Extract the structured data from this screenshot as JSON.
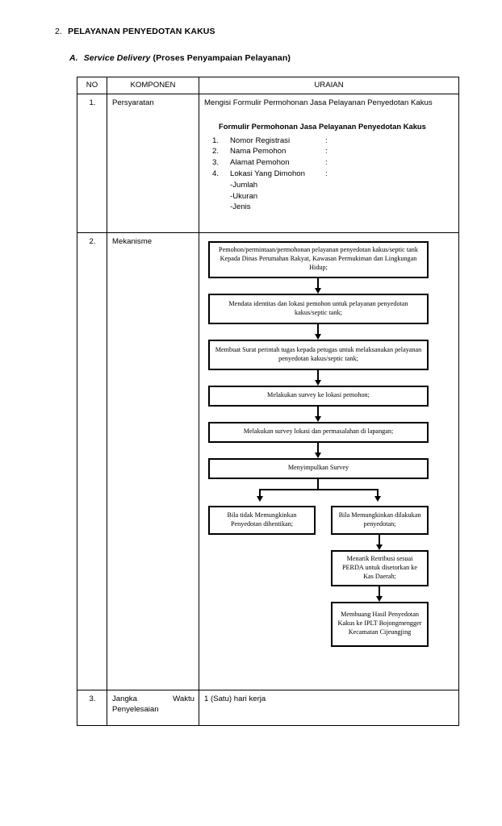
{
  "document": {
    "section_number": "2.",
    "section_title": "PELAYANAN PENYEDOTAN KAKUS",
    "subsection_letter": "A.",
    "subsection_title_italic": "Service Delivery",
    "subsection_title_rest": "(Proses Penyampaian Pelayanan)"
  },
  "table": {
    "headers": {
      "no": "NO",
      "komponen": "KOMPONEN",
      "uraian": "URAIAN"
    },
    "rows": [
      {
        "no": "1.",
        "komponen": "Persyaratan",
        "uraian_intro": "Mengisi Formulir Permohonan Jasa Pelayanan Penyedotan Kakus",
        "form_title": "Formulir Permohonan Jasa Pelayanan Penyedotan Kakus",
        "form_items": [
          {
            "idx": "1.",
            "label": "Nomor Registrasi",
            "colon": ":"
          },
          {
            "idx": "2.",
            "label": "Nama Pemohon",
            "colon": ":"
          },
          {
            "idx": "3.",
            "label": "Alamat Pemohon",
            "colon": ":"
          },
          {
            "idx": "4.",
            "label": "Lokasi Yang Dimohon",
            "colon": ":"
          }
        ],
        "form_subitems": [
          "-Jumlah",
          "-Ukuran",
          "-Jenis"
        ]
      },
      {
        "no": "2.",
        "komponen": "Mekanisme"
      },
      {
        "no": "3.",
        "komponen_line1_left": "Jangka",
        "komponen_line1_right": "Waktu",
        "komponen_line2": "Penyelesaian",
        "uraian": "1 (Satu) hari kerja"
      }
    ]
  },
  "flowchart": {
    "nodes": [
      {
        "id": "n1",
        "text": "Pemohon/permintaan/permohonan pelayanan penyedotan kakus/septic tank Kepada Dinas Perumahan Rakyat, Kawasan Permukiman dan Lingkungan Hidup;"
      },
      {
        "id": "n2",
        "text": "Mendata identitas dan lokasi pemohon untuk pelayanan penyedotan kakus/septic tank;"
      },
      {
        "id": "n3",
        "text": "Membuat Surat perintah tugas kepada petugas untuk melaksanakan pelayanan penyedotan kakus/septic tank;"
      },
      {
        "id": "n4",
        "text": "Melakukan survey ke lokasi pemohon;"
      },
      {
        "id": "n5",
        "text": "Melakukan survey lokasi dan permasalahan di lapangan;"
      },
      {
        "id": "n6",
        "text": "Menyimpulkan Survey"
      },
      {
        "id": "n7",
        "text": "Bila tidak Memungkinkan Penyedotan dihentikan;"
      },
      {
        "id": "n8",
        "text": "Bila Memungkinkan dilakukan penyedotan;"
      },
      {
        "id": "n9",
        "text": "Menarik Retribusi sesuai PERDA untuk disetorkan ke Kas Daerah;"
      },
      {
        "id": "n10",
        "text": "Membuang Hasil Penyedotan Kakus ke IPLT Bojongmengger Kecamatan Cijeungjing"
      }
    ]
  }
}
